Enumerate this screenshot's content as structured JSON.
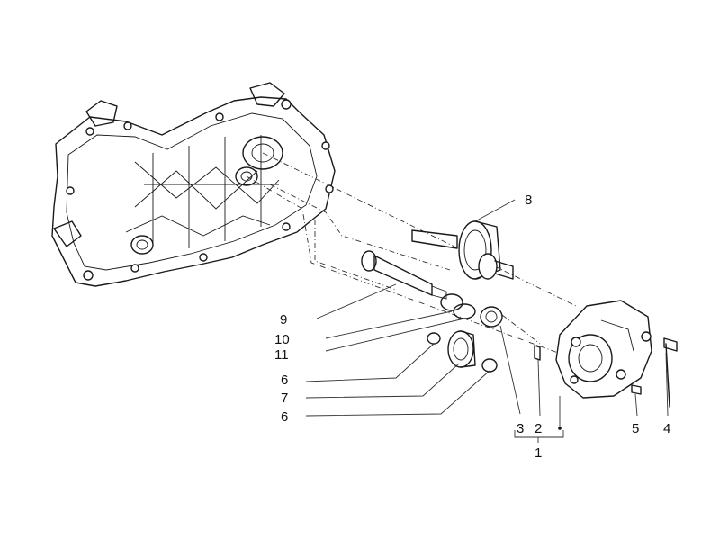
{
  "callouts": {
    "c1": "1",
    "c2": "2",
    "c3": "3",
    "c4": "4",
    "c5": "5",
    "c6a": "6",
    "c6b": "6",
    "c7": "7",
    "c8": "8",
    "c9": "9",
    "c10": "10",
    "c11": "11"
  },
  "colors": {
    "ink": "#1a1a1a",
    "background": "#ffffff"
  }
}
